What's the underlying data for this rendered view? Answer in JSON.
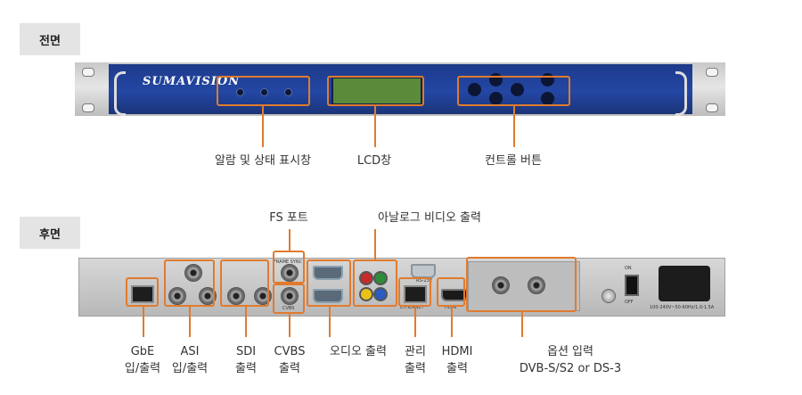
{
  "sections": {
    "front": "전면",
    "rear": "후면"
  },
  "front_panel": {
    "brand": "SUMAVISION",
    "callouts": {
      "alarm": "알람 및 상태 표시창",
      "lcd": "LCD창",
      "control": "컨트롤 버튼"
    }
  },
  "rear_panel": {
    "callouts": {
      "fs_port": "FS 포트",
      "analog_video": "아날로그 비디오 출력",
      "gbe_1": "GbE",
      "gbe_2": "입/출력",
      "asi_1": "ASI",
      "asi_2": "입/출력",
      "sdi_1": "SDI",
      "sdi_2": "출력",
      "cvbs_1": "CVBS",
      "cvbs_2": "출력",
      "audio": "오디오 출력",
      "mgmt_1": "관리",
      "mgmt_2": "출력",
      "hdmi_1": "HDMI",
      "hdmi_2": "출력",
      "option_1": "옵션 입력",
      "option_2": "DVB-S/S2 or DS-3"
    },
    "port_labels": {
      "ethernet": "ETHERNET",
      "hdmi": "HDMI",
      "cvbs": "CVBS",
      "frame_sync": "FRAME SYNC",
      "rs232": "RS-232",
      "on": "ON",
      "off": "OFF",
      "power_rating": "100-240V~50-60Hz/1.0-1.5A"
    }
  },
  "colors": {
    "highlight": "#e07b2e",
    "front_face": "#2347a4",
    "tag_bg": "#e4e4e4"
  }
}
